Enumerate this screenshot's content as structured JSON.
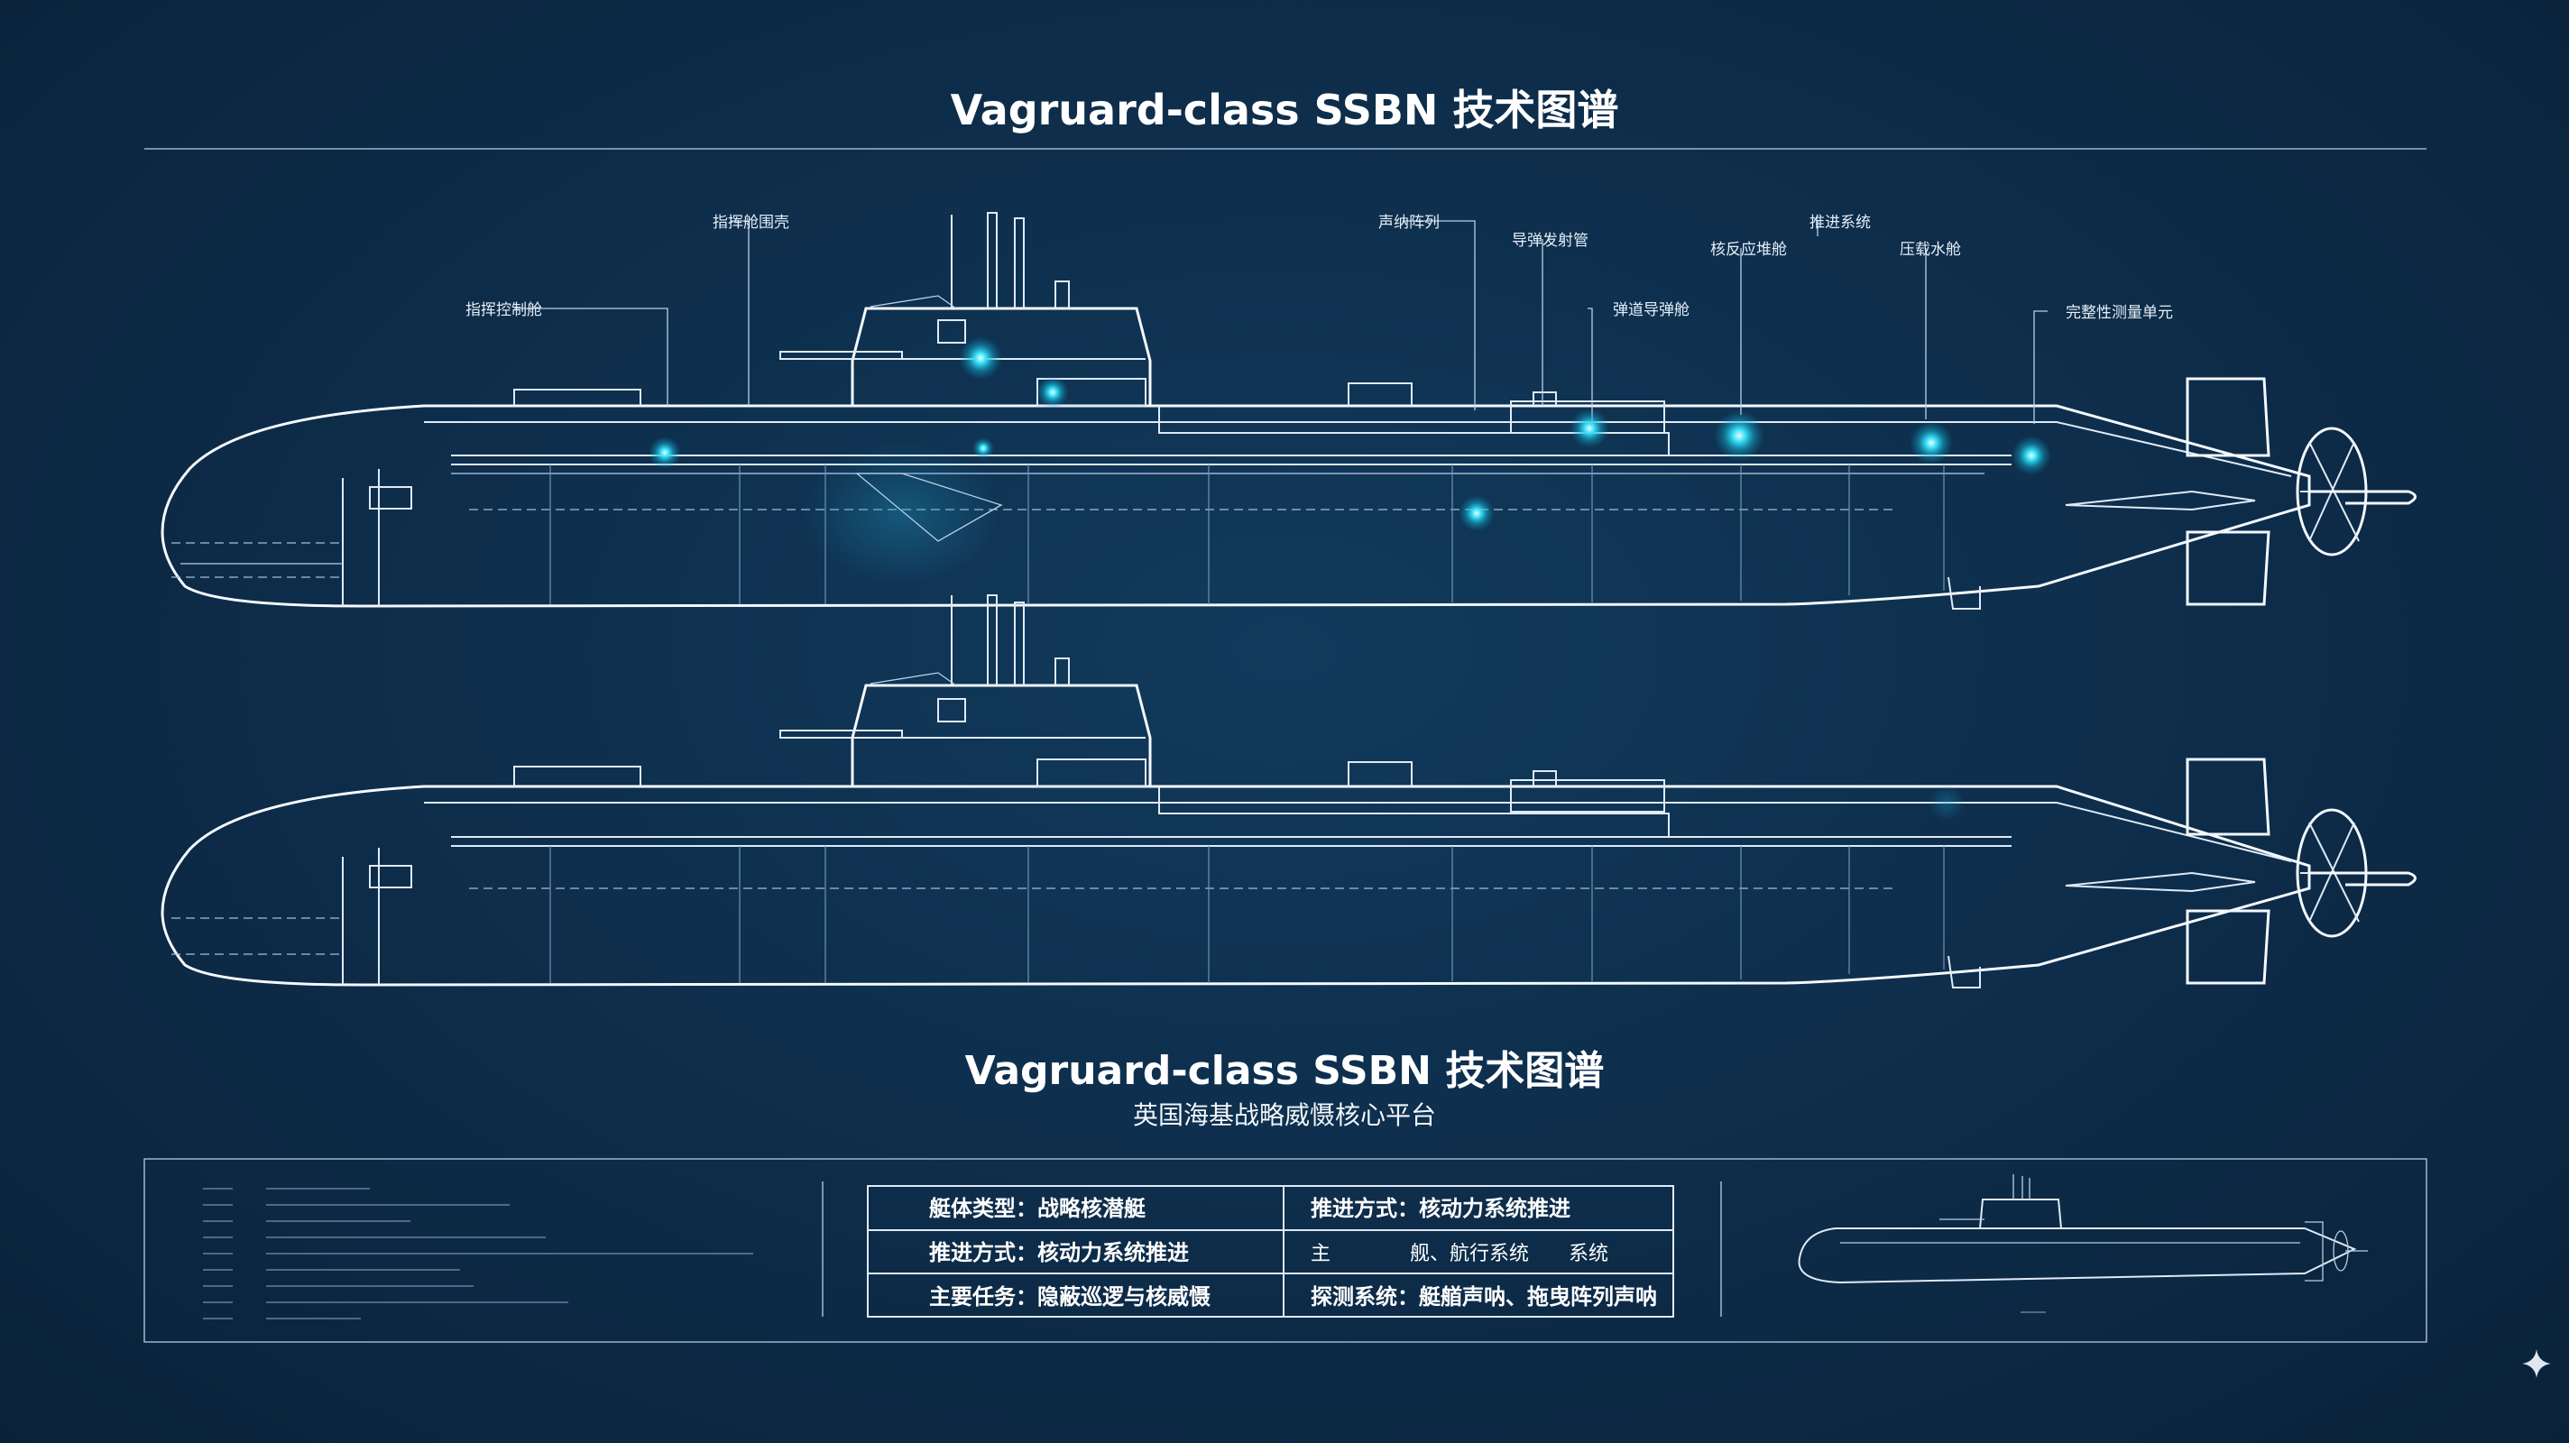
{
  "header": {
    "title": "Vagruard-class SSBN 技术图谱"
  },
  "callouts": [
    "指挥控制舱",
    "指挥舱围壳",
    "声纳阵列",
    "导弹发射管",
    "弹道导弹舱",
    "核反应堆舱",
    "推进系统",
    "压载水舱",
    "完整性测量单元"
  ],
  "caption": {
    "title": "Vagruard-class SSBN 技术图谱",
    "subtitle": "英国海基战略威慑核心平台"
  },
  "specs": {
    "rows": [
      {
        "left": "艇体类型：战略核潜艇",
        "right": "推进方式：核动力系统推进"
      },
      {
        "left": "推进方式：核动力系统推进",
        "right": "主　　　　舰、航行系统　　系统"
      },
      {
        "left": "主要任务：隐蔽巡逻与核威慑",
        "right": "探测系统：艇艏声呐、拖曳阵列声呐"
      }
    ]
  },
  "colors": {
    "background": "#0d2c49",
    "line": "#f4f9ff",
    "glow": "#22d3f0"
  },
  "icons": {
    "glow_marker": "cyan-glow-dot",
    "watermark": "sparkle-icon"
  }
}
